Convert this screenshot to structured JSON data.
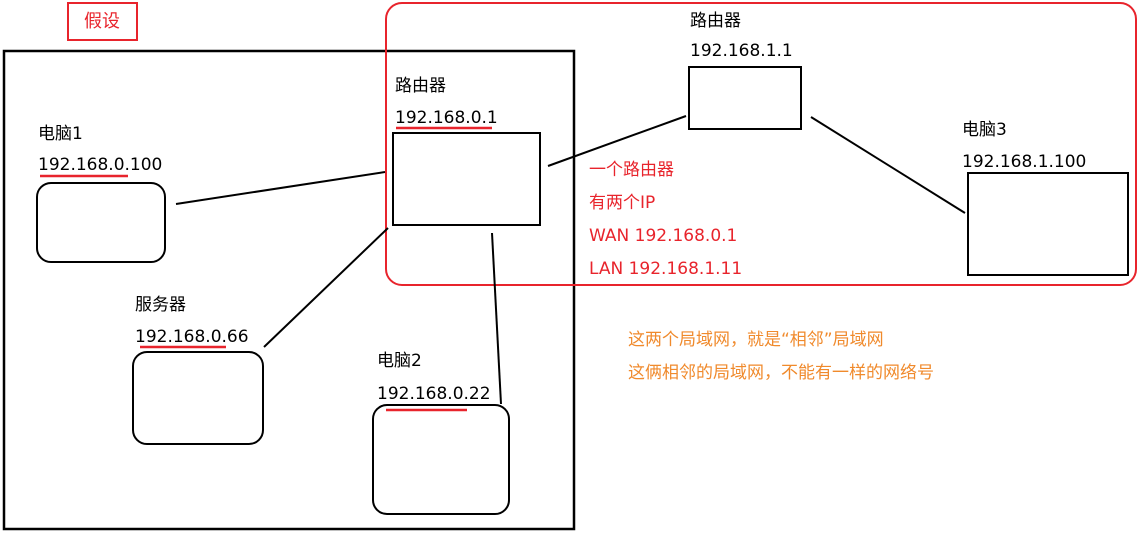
{
  "colors": {
    "black": "#000000",
    "red": "#e8242c",
    "orange": "#f08a2c"
  },
  "title": "假设",
  "router_main": {
    "label": "路由器",
    "ip": "192.168.0.1"
  },
  "router_top": {
    "label": "路由器",
    "ip": "192.168.1.1"
  },
  "pc1": {
    "label": "电脑1",
    "ip": "192.168.0.100"
  },
  "server": {
    "label": "服务器",
    "ip": "192.168.0.66"
  },
  "pc2": {
    "label": "电脑2",
    "ip": "192.168.0.22"
  },
  "pc3": {
    "label": "电脑3",
    "ip": "192.168.1.100"
  },
  "router_note": {
    "line1": "一个路由器",
    "line2": "有两个IP",
    "line3": "WAN 192.168.0.1",
    "line4": "LAN 192.168.1.11"
  },
  "lan_note": {
    "line1": "这两个局域网，就是“相邻”局域网",
    "line2": "这俩相邻的局域网，不能有一样的网络号"
  }
}
